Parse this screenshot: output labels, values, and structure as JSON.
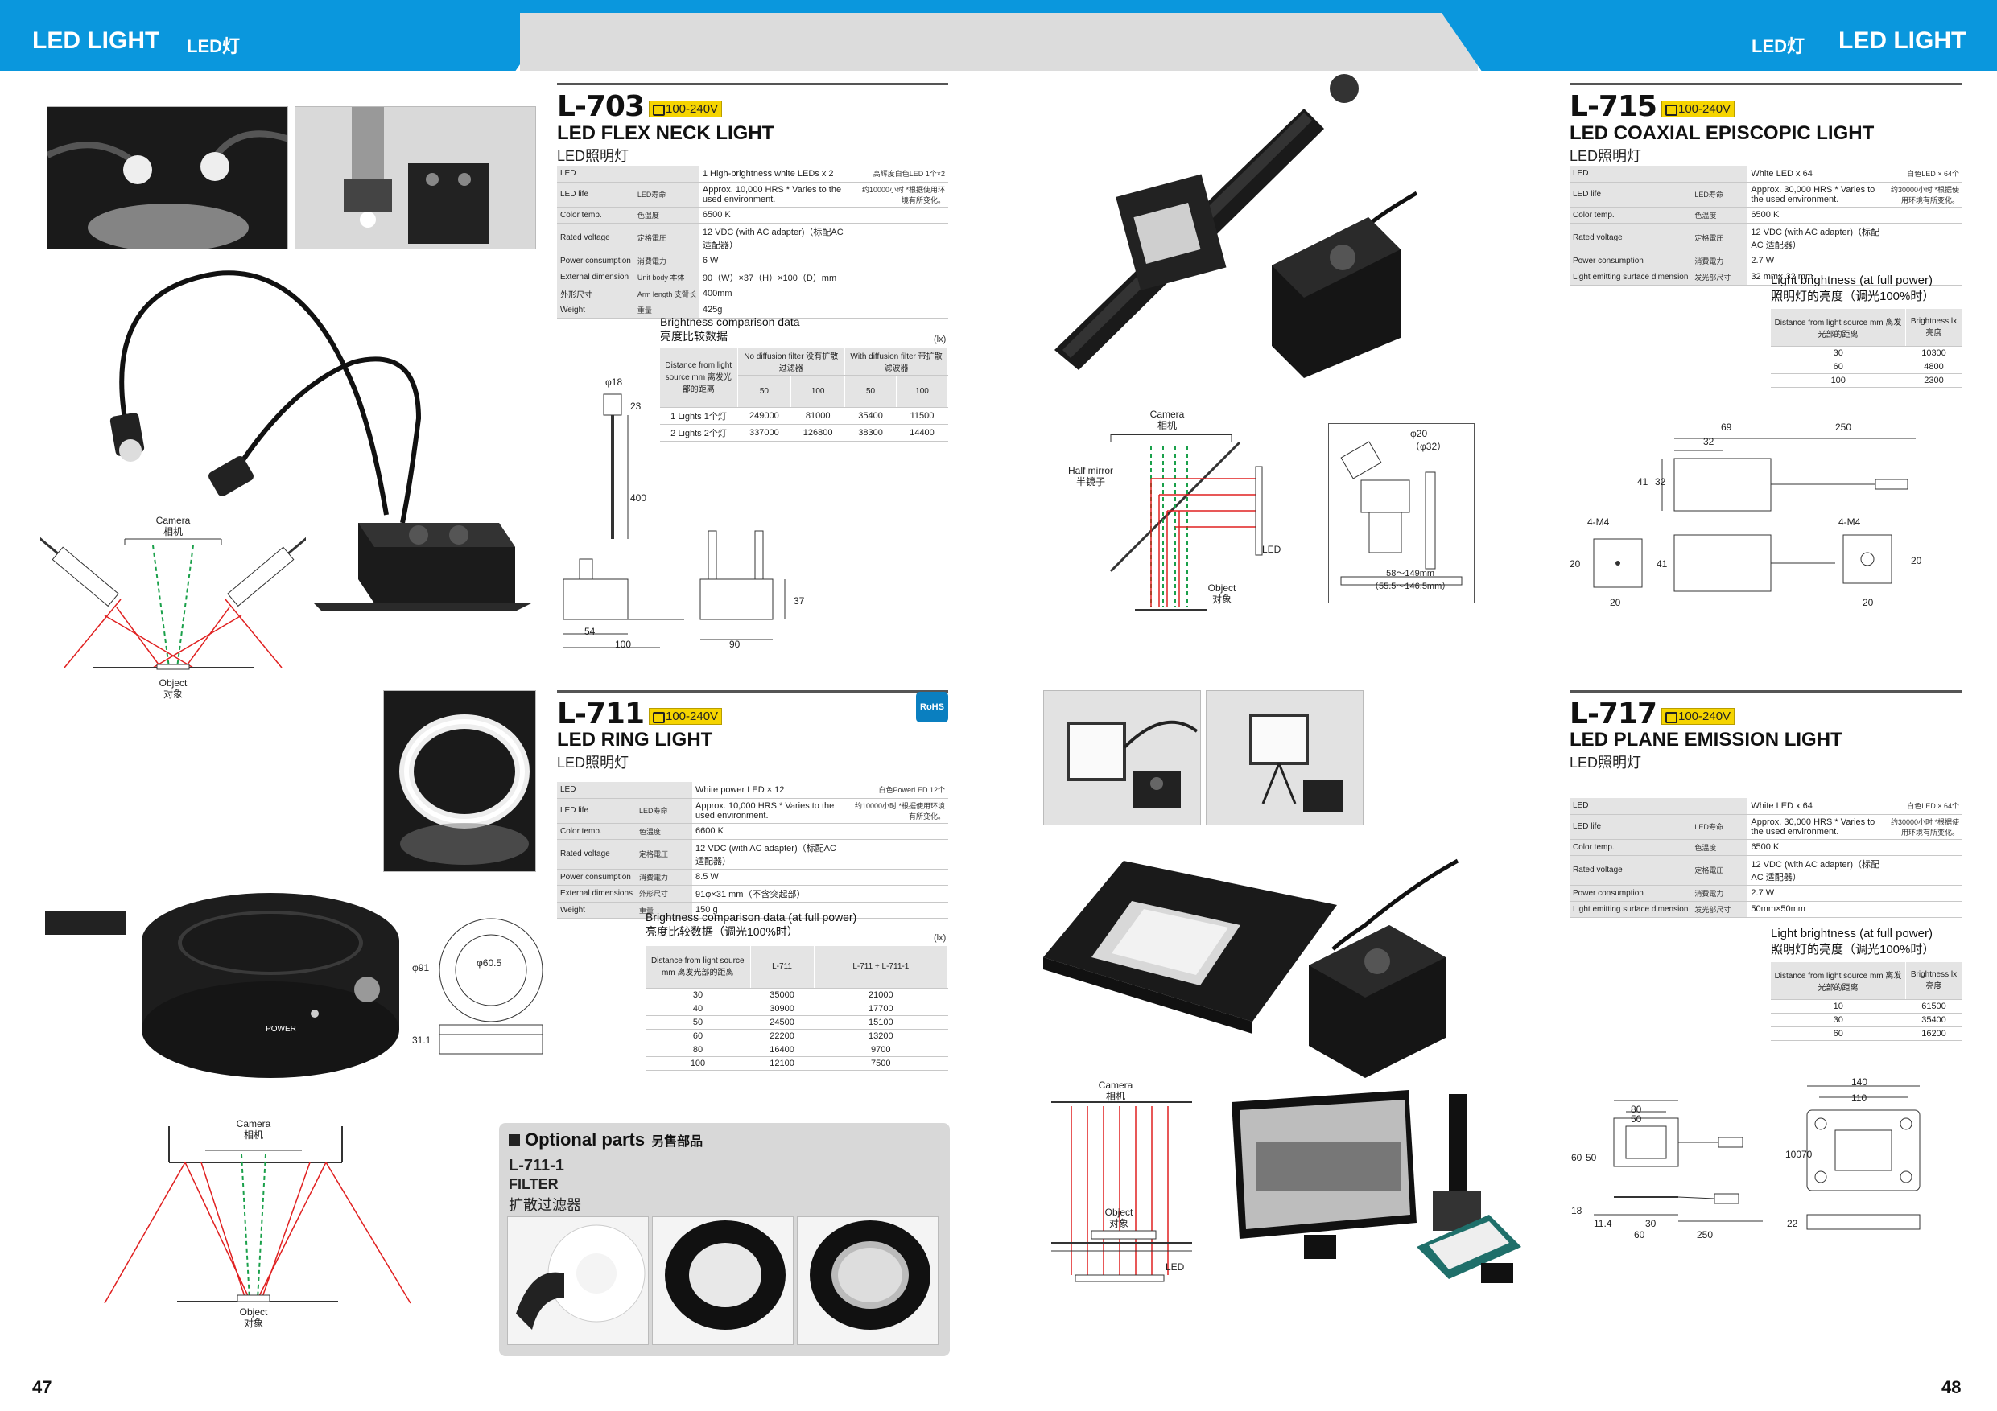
{
  "header": {
    "left_en": "LED LIGHT",
    "left_zh": "LED灯",
    "right_zh": "LED灯",
    "right_en": "LED LIGHT"
  },
  "pages": {
    "left": "47",
    "right": "48"
  },
  "products": {
    "l703": {
      "model": "L-703",
      "voltage": "100-240V",
      "title": "LED FLEX NECK LIGHT",
      "subtitle": "LED照明灯",
      "specs": [
        {
          "k": "LED",
          "kz": "",
          "v": "1 High-brightness white LEDs x 2",
          "vz": "高辉度白色LED 1个×2"
        },
        {
          "k": "LED life",
          "kz": "LED寿命",
          "v": "Approx. 10,000 HRS * Varies to the used environment.",
          "vz": "约10000小时 *根据使用环境有所变化。"
        },
        {
          "k": "Color temp.",
          "kz": "色温度",
          "v": "6500 K",
          "vz": ""
        },
        {
          "k": "Rated voltage",
          "kz": "定格電圧",
          "v": "12 VDC (with AC adapter)（标配AC 适配器）",
          "vz": ""
        },
        {
          "k": "Power consumption",
          "kz": "消費電力",
          "v": "6 W",
          "vz": ""
        },
        {
          "k": "External dimension",
          "kz": "Unit body 本体",
          "v": "90（W）×37（H）×100（D）mm",
          "vz": ""
        },
        {
          "k": "外形尺寸",
          "kz": "Arm length 支臂长",
          "v": "400mm",
          "vz": ""
        },
        {
          "k": "Weight",
          "kz": "重量",
          "v": "425g",
          "vz": ""
        }
      ],
      "brightness": {
        "title_en": "Brightness comparison data",
        "title_zh": "亮度比较数据",
        "unit": "(lx)",
        "col_dist": "Distance from light source mm 离发光部的距离",
        "col_no_filter": "No diffusion filter 没有扩散过滤器",
        "col_filter": "With diffusion filter 带扩散滤波器",
        "distances": [
          "50",
          "100",
          "50",
          "100"
        ],
        "rows": [
          {
            "label": "1 Lights  1个灯",
            "vals": [
              "249000",
              "81000",
              "35400",
              "11500"
            ]
          },
          {
            "label": "2 Lights  2个灯",
            "vals": [
              "337000",
              "126800",
              "38300",
              "14400"
            ]
          }
        ]
      },
      "dims": {
        "d18": "φ18",
        "d23": "23",
        "d400": "400",
        "d37": "37",
        "d54": "54",
        "d100": "100",
        "d90": "90"
      },
      "diagram": {
        "camera": "Camera",
        "camera_zh": "相机",
        "object": "Object",
        "object_zh": "对象"
      }
    },
    "l711": {
      "model": "L-711",
      "voltage": "100-240V",
      "title": "LED RING LIGHT",
      "subtitle": "LED照明灯",
      "rohs": "RoHS",
      "specs": [
        {
          "k": "LED",
          "kz": "",
          "v": "White power LED × 12",
          "vz": "白色PowerLED  12个"
        },
        {
          "k": "LED life",
          "kz": "LED寿命",
          "v": "Approx. 10,000 HRS * Varies to the used environment.",
          "vz": "约10000小时 *根据使用环境有所变化。"
        },
        {
          "k": "Color temp.",
          "kz": "色温度",
          "v": "6600 K",
          "vz": ""
        },
        {
          "k": "Rated voltage",
          "kz": "定格電圧",
          "v": "12 VDC (with AC adapter)（标配AC 适配器）",
          "vz": ""
        },
        {
          "k": "Power consumption",
          "kz": "消費電力",
          "v": "8.5 W",
          "vz": ""
        },
        {
          "k": "External dimensions",
          "kz": "外形尺寸",
          "v": "91φ×31 mm（不含突起部）",
          "vz": ""
        },
        {
          "k": "Weight",
          "kz": "重量",
          "v": "150 g",
          "vz": ""
        }
      ],
      "brightness": {
        "title_en": "Brightness comparison data (at full power)",
        "title_zh": "亮度比较数据（调光100%时）",
        "unit": "(lx)",
        "col_dist": "Distance from light source mm 离发光部的距离",
        "col_a": "L-711",
        "col_b": "L-711 + L-711-1",
        "rows": [
          [
            "30",
            "35000",
            "21000"
          ],
          [
            "40",
            "30900",
            "17700"
          ],
          [
            "50",
            "24500",
            "15100"
          ],
          [
            "60",
            "22200",
            "13200"
          ],
          [
            "80",
            "16400",
            "9700"
          ],
          [
            "100",
            "12100",
            "7500"
          ]
        ]
      },
      "dims": {
        "d91": "φ91",
        "d605": "φ60.5",
        "d311": "31.1"
      },
      "power_label": "POWER",
      "diagram": {
        "camera": "Camera",
        "camera_zh": "相机",
        "object": "Object",
        "object_zh": "对象"
      },
      "optional": {
        "head": "Optional parts",
        "head_zh": "另售部品",
        "model": "L-711-1",
        "name": "FILTER",
        "name_zh": "扩散过滤器"
      }
    },
    "l715": {
      "model": "L-715",
      "voltage": "100-240V",
      "title": "LED COAXIAL EPISCOPIC LIGHT",
      "subtitle": "LED照明灯",
      "specs": [
        {
          "k": "LED",
          "kz": "",
          "v": "White LED x 64",
          "vz": "白色LED × 64个"
        },
        {
          "k": "LED life",
          "kz": "LED寿命",
          "v": "Approx. 30,000 HRS * Varies to the used environment.",
          "vz": "约30000小时 *根据使用环境有所变化。"
        },
        {
          "k": "Color temp.",
          "kz": "色温度",
          "v": "6500 K",
          "vz": ""
        },
        {
          "k": "Rated voltage",
          "kz": "定格電圧",
          "v": "12 VDC (with AC adapter)（标配AC 适配器）",
          "vz": ""
        },
        {
          "k": "Power consumption",
          "kz": "消費電力",
          "v": "2.7 W",
          "vz": ""
        },
        {
          "k": "Light emitting surface dimension",
          "kz": "发光部尺寸",
          "v": "32 mm× 32 mm",
          "vz": ""
        }
      ],
      "brightness": {
        "title_en": "Light brightness (at full power)",
        "title_zh": "照明灯的亮度（调光100%时）",
        "col_dist": "Distance from light source mm 离发光部的距离",
        "col_b": "Brightness lx 亮度",
        "rows": [
          [
            "30",
            "10300"
          ],
          [
            "60",
            "4800"
          ],
          [
            "100",
            "2300"
          ]
        ]
      },
      "dims": {
        "d69": "69",
        "d250": "250",
        "d32": "32",
        "d41": "41",
        "d32b": "32",
        "m4a": "4-M4",
        "m4b": "4-M4",
        "d20a": "20",
        "d20b": "20",
        "d41b": "41",
        "d20c": "20",
        "d20d": "20"
      },
      "diagram": {
        "camera": "Camera",
        "camera_zh": "相机",
        "half": "Half mirror",
        "half_zh": "半镜子",
        "led": "LED",
        "object": "Object",
        "object_zh": "对象"
      },
      "micro": {
        "d20": "φ20",
        "d32": "（φ32）",
        "range": "58～149mm",
        "range2": "（55.5～146.5mm）"
      }
    },
    "l717": {
      "model": "L-717",
      "voltage": "100-240V",
      "title": "LED PLANE EMISSION LIGHT",
      "subtitle": "LED照明灯",
      "specs": [
        {
          "k": "LED",
          "kz": "",
          "v": "White LED x 64",
          "vz": "白色LED × 64个"
        },
        {
          "k": "LED life",
          "kz": "LED寿命",
          "v": "Approx. 30,000 HRS * Varies to the used environment.",
          "vz": "约30000小时 *根据使用环境有所变化。"
        },
        {
          "k": "Color temp.",
          "kz": "色温度",
          "v": "6500 K",
          "vz": ""
        },
        {
          "k": "Rated voltage",
          "kz": "定格電圧",
          "v": "12 VDC (with AC adapter)（标配AC 适配器）",
          "vz": ""
        },
        {
          "k": "Power consumption",
          "kz": "消費電力",
          "v": "2.7 W",
          "vz": ""
        },
        {
          "k": "Light emitting surface dimension",
          "kz": "发光部尺寸",
          "v": "50mm×50mm",
          "vz": ""
        }
      ],
      "brightness": {
        "title_en": "Light brightness (at full power)",
        "title_zh": "照明灯的亮度（调光100%时）",
        "col_dist": "Distance from light source mm 离发光部的距离",
        "col_b": "Brightness lx 亮度",
        "rows": [
          [
            "10",
            "61500"
          ],
          [
            "30",
            "35400"
          ],
          [
            "60",
            "16200"
          ]
        ]
      },
      "dims": {
        "d80": "80",
        "d50": "50",
        "d60a": "60",
        "d50b": "50",
        "d140": "140",
        "d110": "110",
        "d100": "100",
        "d70": "70",
        "d18": "18",
        "d114": "11.4",
        "d30": "30",
        "d60b": "60",
        "d250": "250",
        "d22": "22"
      },
      "diagram": {
        "camera": "Camera",
        "camera_zh": "相机",
        "object": "Object",
        "object_zh": "对象",
        "led": "LED"
      }
    }
  },
  "colors": {
    "brand_blue": "#0a97dd",
    "voltage_yellow": "#f5d400",
    "ray_red": "#e02020",
    "ray_green": "#1aa04a"
  }
}
